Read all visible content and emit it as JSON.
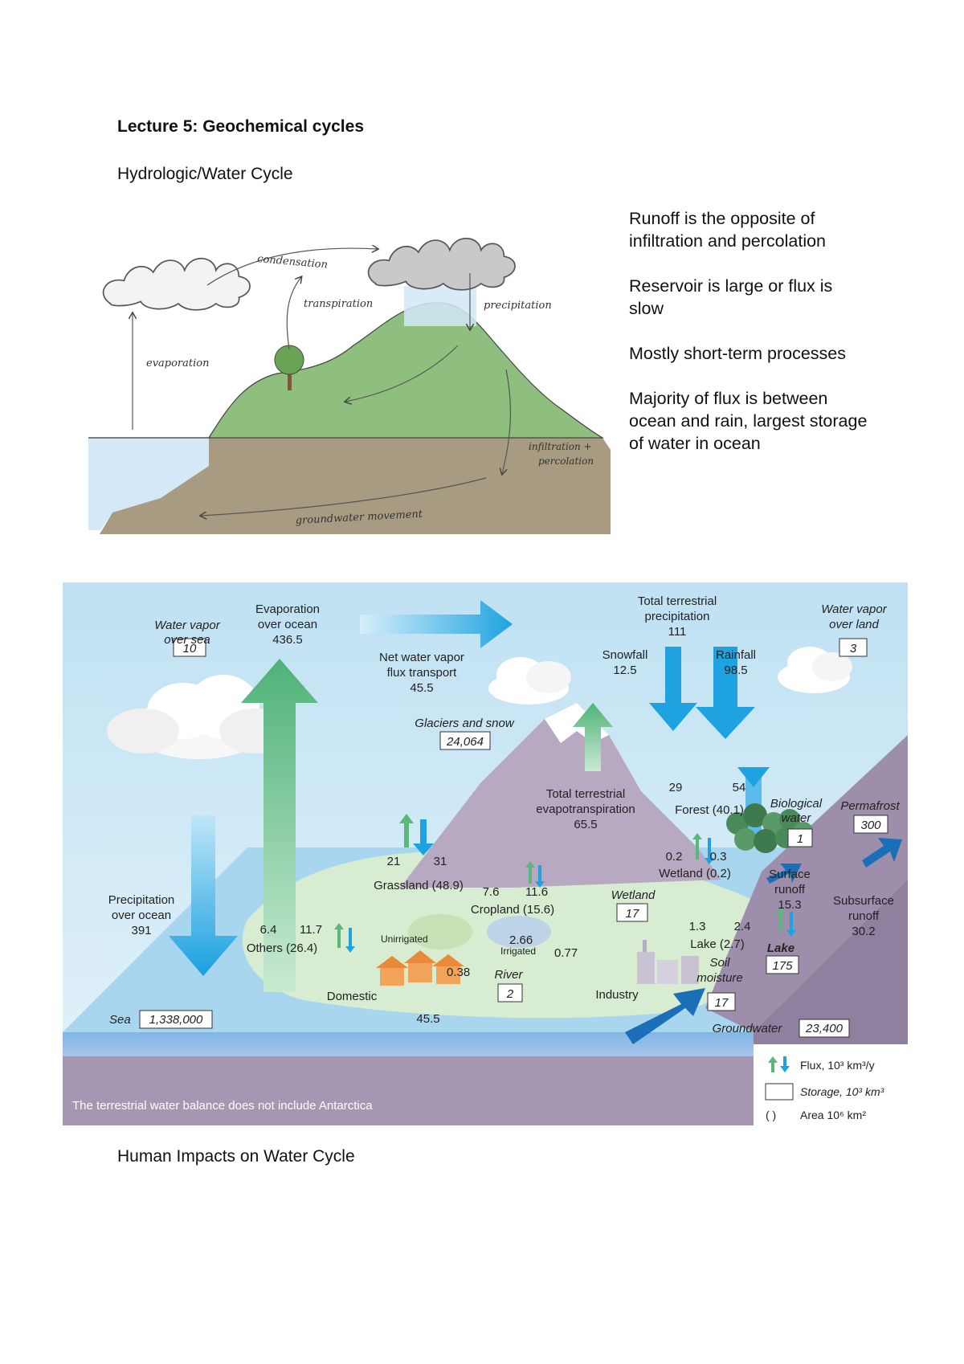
{
  "header": {
    "title": "Lecture 5: Geochemical cycles",
    "subtitle": "Hydrologic/Water Cycle"
  },
  "sketch": {
    "condensation": "condensation",
    "transpiration": "transpiration",
    "precipitation": "precipitation",
    "evaporation": "evaporation",
    "infiltration_1": "infiltration +",
    "infiltration_2": "percolation",
    "groundwater": "groundwater movement"
  },
  "notes": [
    "Runoff is the opposite of infiltration and percolation",
    "Reservoir is large or flux is slow",
    "Mostly short-term processes",
    "Majority of flux is between ocean and rain, largest storage of water in ocean"
  ],
  "diagram": {
    "vapor_sea_1": "Water vapor",
    "vapor_sea_2": "over sea",
    "vapor_sea_val": "10",
    "evap_ocean_1": "Evaporation",
    "evap_ocean_2": "over ocean",
    "evap_ocean_val": "436.5",
    "net_vapor_1": "Net water vapor",
    "net_vapor_2": "flux transport",
    "net_vapor_val": "45.5",
    "total_precip_1": "Total terrestrial",
    "total_precip_2": "precipitation",
    "total_precip_val": "111",
    "snowfall": "Snowfall",
    "snowfall_val": "12.5",
    "rainfall": "Rainfall",
    "rainfall_val": "98.5",
    "vapor_land_1": "Water vapor",
    "vapor_land_2": "over land",
    "vapor_land_val": "3",
    "glaciers": "Glaciers and snow",
    "glaciers_val": "24,064",
    "forest_up": "29",
    "forest_down": "54",
    "forest": "Forest (40.1)",
    "bio_1": "Biological",
    "bio_2": "water",
    "bio_val": "1",
    "permafrost": "Permafrost",
    "permafrost_val": "300",
    "tet_1": "Total terrestrial",
    "tet_2": "evapotranspiration",
    "tet_val": "65.5",
    "grass_up": "21",
    "grass_down": "31",
    "grassland": "Grassland (48.9)",
    "crop_up": "7.6",
    "crop_down": "11.6",
    "cropland": "Cropland (15.6)",
    "wet_up": "0.2",
    "wet_down": "0.3",
    "wetland": "Wetland (0.2)",
    "wetland_box_label": "Wetland",
    "wetland_val": "17",
    "surf_1": "Surface",
    "surf_2": "runoff",
    "surf_val": "15.3",
    "subsurf_1": "Subsurface",
    "subsurf_2": "runoff",
    "subsurf_val": "30.2",
    "precip_ocean_1": "Precipitation",
    "precip_ocean_2": "over ocean",
    "precip_ocean_val": "391",
    "others_up": "6.4",
    "others_down": "11.7",
    "others": "Others (26.4)",
    "unirrigated": "Unirrigated",
    "irrigated": "Irrigated",
    "f266": "2.66",
    "f077": "0.77",
    "lake_up": "1.3",
    "lake_down": "2.4",
    "lake": "Lake (2.7)",
    "lake_box_label": "Lake",
    "lake_val": "175",
    "river": "River",
    "river_val": "2",
    "f038": "0.38",
    "domestic": "Domestic",
    "industry": "Industry",
    "soil_1": "Soil",
    "soil_2": "moisture",
    "soil_val": "17",
    "sea": "Sea",
    "sea_val": "1,338,000",
    "f455": "45.5",
    "groundwater": "Groundwater",
    "groundwater_val": "23,400",
    "legend_flux": "Flux, 10³ km³/y",
    "legend_storage": "Storage, 10³ km³",
    "legend_area": "Area 10⁶ km²",
    "footnote": "The terrestrial water balance does not include Antarctica"
  },
  "footer": {
    "caption": "Human Impacts on Water Cycle"
  },
  "colors": {
    "sky": "#cfe7f5",
    "sea": "#9fd0ec",
    "land": "#d9ecd0",
    "mountain": "#b3a4bd",
    "soil": "#9a8ba6",
    "flux_blue": "#1ea3e0",
    "flux_green": "#5cb87a",
    "sketch_green": "#8fbf7f",
    "sketch_soil": "#a79c82",
    "sketch_water": "#d4e8f7"
  }
}
